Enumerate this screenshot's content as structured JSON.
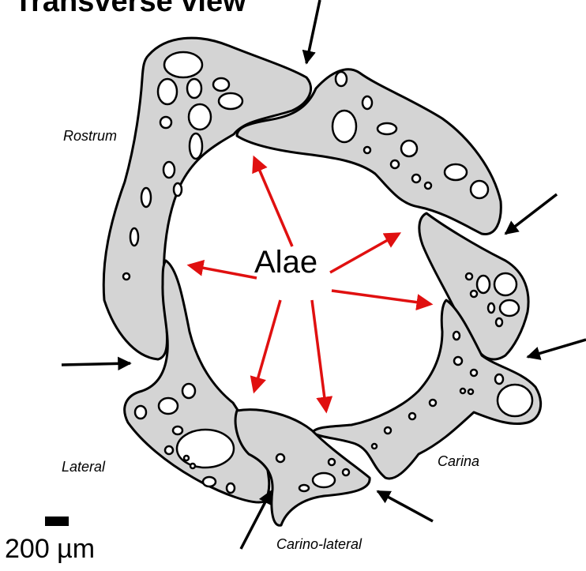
{
  "title": "Transverse view",
  "labels": {
    "alae": "Alae",
    "rostrum": "Rostrum",
    "lateral": "Lateral",
    "carina": "Carina",
    "carino_lateral": "Carino-lateral"
  },
  "scale_bar": {
    "label": "200 µm"
  },
  "colors": {
    "plate_fill": "#d4d4d4",
    "outline": "#000000",
    "alae_arrows": "#e01010",
    "suture_arrows": "#000000"
  },
  "icons": {
    "suture_arrow": "black-arrow-icon",
    "alae_arrow": "red-arrow-icon"
  }
}
